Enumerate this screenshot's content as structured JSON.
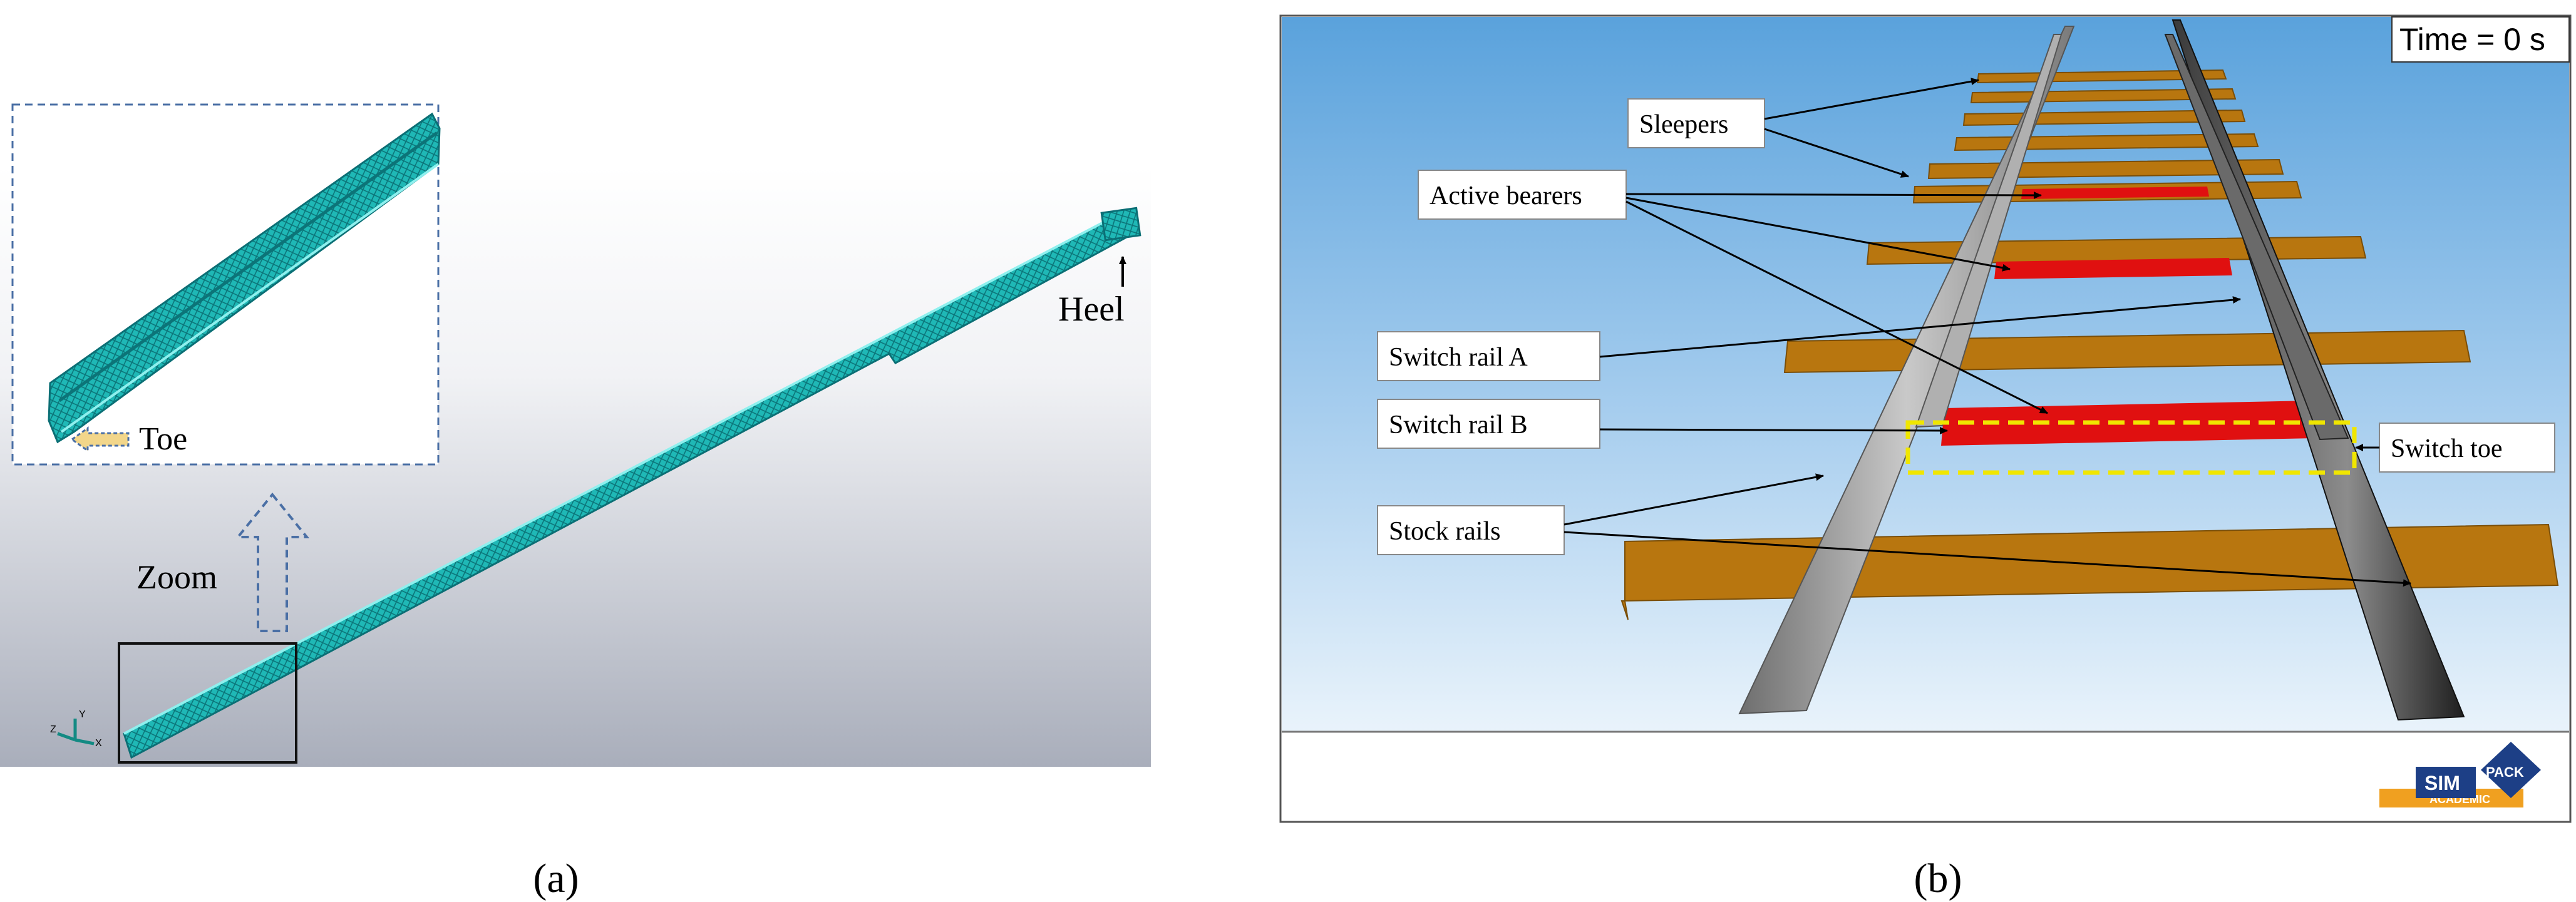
{
  "panel_a": {
    "labels": {
      "toe": "Toe",
      "heel": "Heel",
      "zoom": "Zoom"
    },
    "axis_triad": {
      "y": "Y",
      "z": "Z",
      "x": "X"
    },
    "caption": "(a)",
    "colors": {
      "mesh": "#19b3b3",
      "mesh_dark": "#0b6f75",
      "frame": "#4a6fa5"
    }
  },
  "panel_b": {
    "time_label": "Time = 0 s",
    "labels": {
      "sleepers": "Sleepers",
      "active_bearers": "Active bearers",
      "switch_rail_a": "Switch rail A",
      "switch_rail_b": "Switch rail B",
      "stock_rails": "Stock rails",
      "switch_toe": "Switch toe"
    },
    "logo": {
      "sim": "SIM",
      "pack": "PACK",
      "academic": "ACADEMIC"
    },
    "caption": "(b)",
    "colors": {
      "sleeper": "#b8760f",
      "bearer": "#e01010",
      "rail": "#9a9a9a",
      "highlight": "#f0e600"
    }
  }
}
